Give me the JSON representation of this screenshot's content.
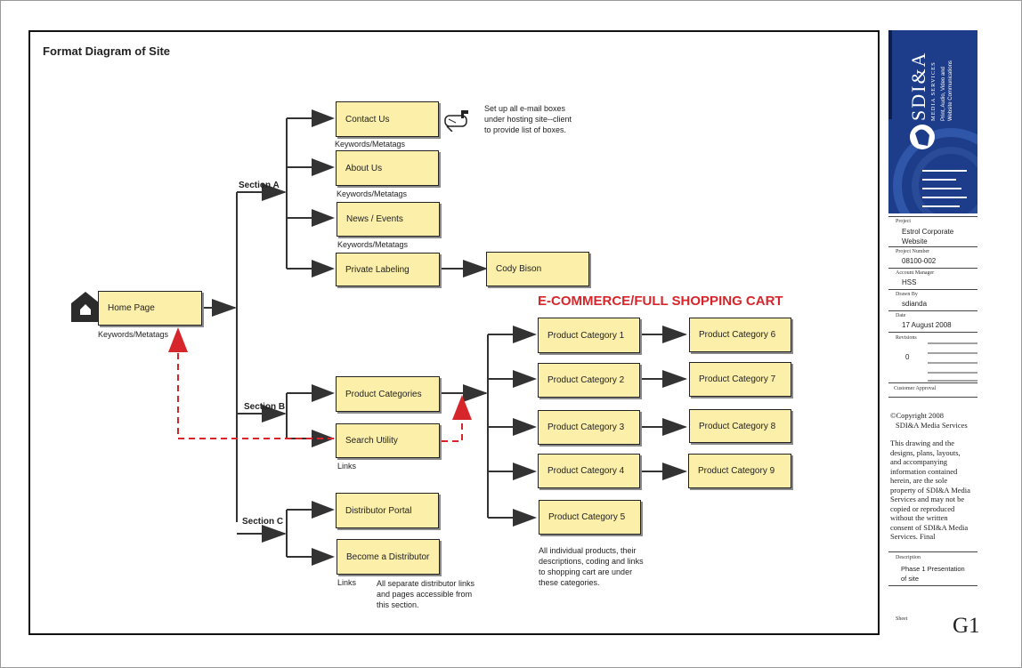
{
  "diagram": {
    "title": "Format Diagram of Site",
    "ecommerce_heading": "E-COMMERCE/FULL SHOPPING CART",
    "home": {
      "label": "Home Page",
      "caption": "Keywords/Metatags"
    },
    "sections": {
      "a": "Section A",
      "b": "Section B",
      "c": "Section C"
    },
    "section_a": {
      "contact": "Contact Us",
      "about": "About Us",
      "news": "News / Events",
      "private": "Private Labeling",
      "cody": "Cody Bison",
      "kw": "Keywords/Metatags",
      "email_note": [
        "Set up all e-mail boxes",
        "under hosting site--client",
        "to provide list of boxes."
      ]
    },
    "section_b": {
      "product_categories": "Product Categories",
      "search_utility": "Search Utility",
      "links": "Links"
    },
    "section_c": {
      "distributor_portal": "Distributor Portal",
      "become_distributor": "Become a Distributor",
      "links": "Links",
      "note": [
        "All separate distributor links",
        "and pages accessible from",
        "this section."
      ]
    },
    "categories": [
      "Product Category 1",
      "Product Category 2",
      "Product Category 3",
      "Product Category 4",
      "Product Category 5",
      "Product Category 6",
      "Product Category 7",
      "Product Category 8",
      "Product Category 9"
    ],
    "categories_note": [
      "All individual products, their",
      "descriptions, coding and links",
      "to shopping cart are under",
      "these categories."
    ]
  },
  "title_block": {
    "logo_name": "SDI&A",
    "logo_sub": "MEDIA SERVICES",
    "logo_tag": [
      "Print, Audio, Video and",
      "Website Communications"
    ],
    "project_caption": "Project",
    "project": [
      "Estrol Corporate",
      "Website"
    ],
    "project_number_caption": "Project Number",
    "project_number": "08100-002",
    "account_manager_caption": "Account Manager",
    "account_manager": "HSS",
    "drawn_by_caption": "Drawn By",
    "drawn_by": "sdianda",
    "date_caption": "Date",
    "date": "17 August 2008",
    "revisions_caption": "Revisions",
    "revisions": "0",
    "approval_caption": "Customer Approval",
    "copyright": [
      "©Copyright 2008",
      "SDI&A Media Services"
    ],
    "legal": [
      "This drawing and the",
      "designs, plans, layouts,",
      "and accompanying",
      "information contained",
      "herein, are the sole",
      "property of SDI&A Media",
      "Services and may not be",
      "copied or reproduced",
      "without the written",
      "consent of SDI&A Media",
      "Services.  Final"
    ],
    "description_caption": "Description",
    "description": [
      "Phase 1 Presentation",
      "of site"
    ],
    "sheet_caption": "Sheet",
    "sheet": "G1"
  },
  "colors": {
    "node_fill": "#fbefaa",
    "accent_red": "#d6262b",
    "logo_blue": "#1d3d8a"
  }
}
